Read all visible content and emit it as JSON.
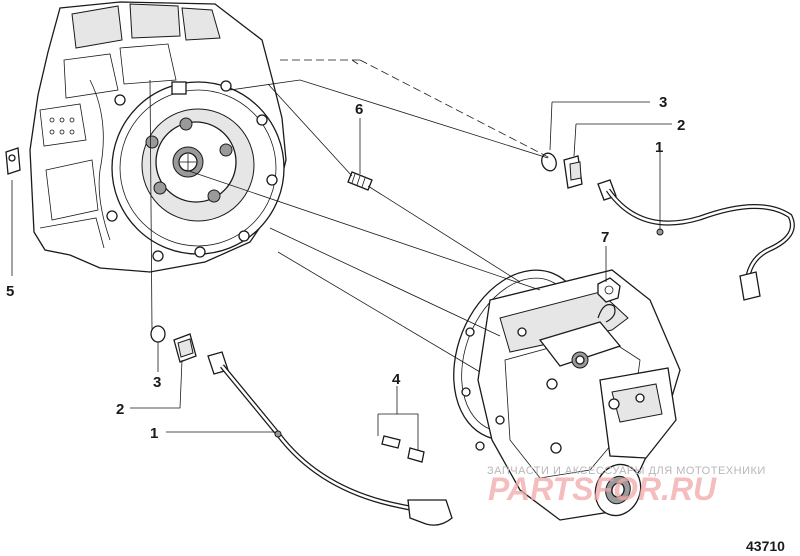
{
  "diagram": {
    "callouts": {
      "c1_upper": "1",
      "c2_upper": "2",
      "c3_upper": "3",
      "c6": "6",
      "c7": "7",
      "c5": "5",
      "c4": "4",
      "c3_lower": "3",
      "c2_lower": "2",
      "c1_lower": "1"
    },
    "figure_number": "43710",
    "watermark": {
      "tagline": "ЗАПЧАСТИ И АКСЕССУАРЫ ДЛЯ МОТОТЕХНИКИ",
      "logo": "PARTSFOR.RU"
    }
  }
}
